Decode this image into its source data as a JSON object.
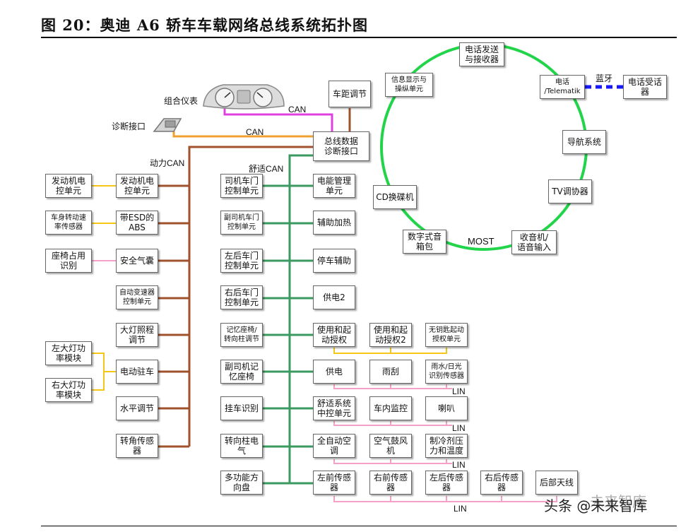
{
  "title": "图 20：奥迪 A6 轿车车载网络总线系统拓扑图",
  "colors": {
    "can_magenta": "#e040e0",
    "can_orange": "#f0a030",
    "power_can": "#a0522d",
    "comfort_can": "#3a9a60",
    "most_ring": "#22d44a",
    "lin_pink": "#f4a0c8",
    "bluetooth": "#1818ff",
    "yellow_link": "#f5c518"
  },
  "labels": {
    "can1": "CAN",
    "can2": "CAN",
    "power_can": "动力CAN",
    "comfort_can": "舒适CAN",
    "most": "MOST",
    "bluetooth": "蓝牙",
    "cluster": "组合仪表",
    "diag_port": "诊断接口",
    "lin1": "LIN",
    "lin2": "LIN",
    "lin3": "LIN",
    "lin4": "LIN"
  },
  "watermark": {
    "text": "头条 @未来智库",
    "logo": "未来智库"
  },
  "nodes": {
    "gateway": "总线数据\n诊断接口",
    "distance": "车距调节",
    "engine_sensor": "发动机电\n控单元",
    "engine_ecu": "发动机电\n控单元",
    "yaw_sensor": "车身转动速\n率传感器",
    "esd_abs": "带ESD的\nABS",
    "seat_occ": "座椅占用\n识别",
    "airbag": "安全气囊",
    "trans": "自动变速器\n控制单元",
    "headlamp_range": "大灯照程\n调节",
    "left_lamp": "左大灯功\n率模块",
    "right_lamp": "右大灯功\n率模块",
    "epb": "电动驻车",
    "level": "水平调节",
    "angle": "转角传感\n器",
    "driver_door": "司机车门\n控制单元",
    "pass_door": "副司机车门\n控制单元",
    "rl_door": "左后车门\n控制单元",
    "rr_door": "右后车门\n控制单元",
    "mem_seat": "记忆座椅/\n转向柱调节",
    "pass_mem": "副司机记\n忆座椅",
    "trailer": "挂车识别",
    "steer_elec": "转向柱电\n气",
    "mfsw": "多功能方\n向盘",
    "energy": "电能管理\n单元",
    "aux_heat": "辅助加热",
    "park": "停车辅助",
    "power2": "供电2",
    "auth": "使用和起\n动授权",
    "auth2": "使用和起\n动授权2",
    "keyless": "无钥匙起动\n授权单元",
    "supply": "供电",
    "wiper": "雨刮",
    "rain": "雨水/日光\n识别传感器",
    "comfort_ecu": "舒适系统\n中控单元",
    "cabin_mon": "车内监控",
    "horn": "喇叭",
    "climate": "全自动空\n调",
    "blower": "空气鼓风\n机",
    "refrig": "制冷剂压\n力和温度",
    "fl_sensor": "左前传感\n器",
    "fr_sensor": "右前传感\n器",
    "rl_sensor": "左后传感\n器",
    "rr_sensor": "右后传感\n器",
    "antenna": "后部天线",
    "phone_tx": "电话发送\n与接收器",
    "info_display": "信息显示与\n操纵单元",
    "telematik": "电话\n/Telematik",
    "phone_handset": "电话受话\n器",
    "nav": "导航系统",
    "tv": "TV调协器",
    "radio": "收音机/\n语音输入",
    "sound": "数字式音\n箱包",
    "cd": "CD换碟机"
  }
}
